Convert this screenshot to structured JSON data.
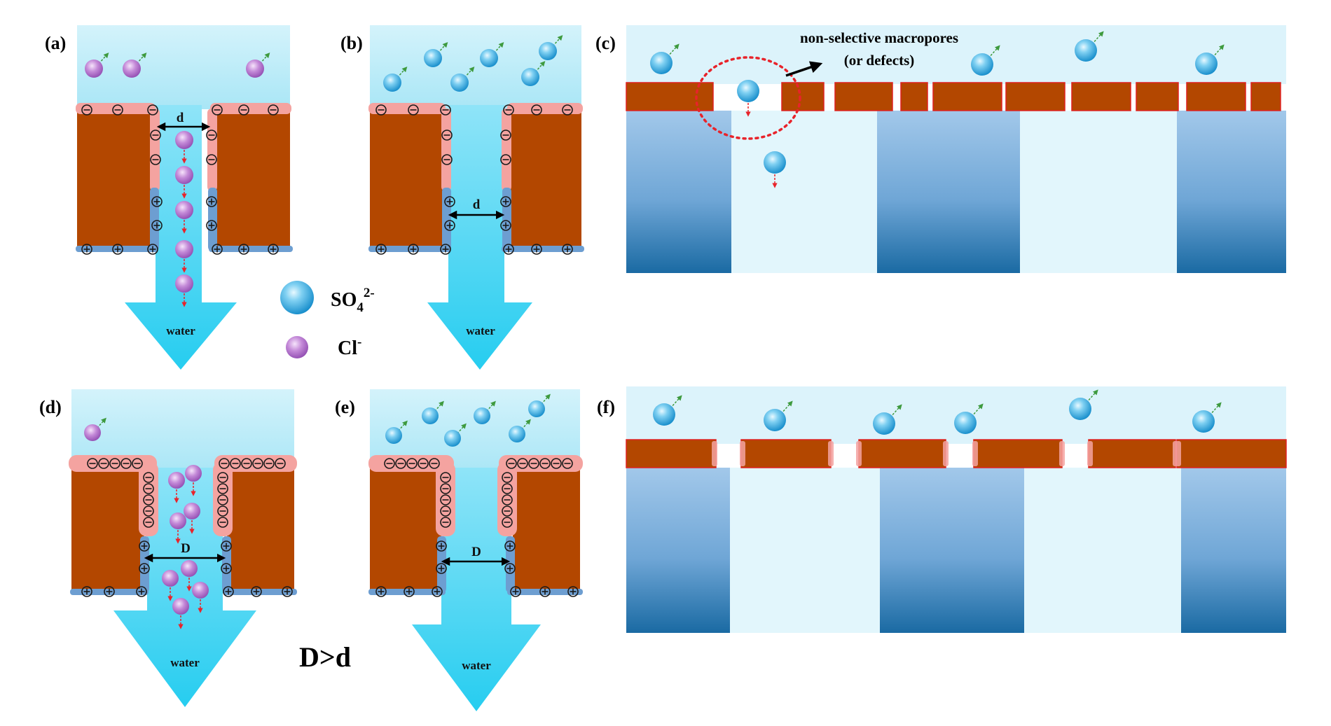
{
  "panel_labels": {
    "a": "(a)",
    "b": "(b)",
    "c": "(c)",
    "d": "(d)",
    "e": "(e)",
    "f": "(f)"
  },
  "pore_labels": {
    "a": "d",
    "b": "d",
    "d": "D",
    "e": "D"
  },
  "arrow_labels": {
    "a": "water",
    "b": "water",
    "d": "water",
    "e": "water"
  },
  "legend": {
    "sulfate": {
      "base": "SO",
      "sub": "4",
      "sup": "2-"
    },
    "chloride": {
      "base": "Cl",
      "sup": "-"
    }
  },
  "annotation": {
    "line1": "non-selective macropores",
    "line2": "(or defects)"
  },
  "comparison": "D>d",
  "colors": {
    "feed_top": "#d4f3fb",
    "feed_bottom": "#a9e6f6",
    "membrane": "#b34700",
    "negative_layer": "#f4a3a0",
    "positive_layer": "#6d9ed1",
    "water_arrow": "#31d2f1",
    "sulfate_ion": "#1aa3de",
    "chloride_ion": "#b36fcf",
    "support_top": "#9ec5e8",
    "support_bottom": "#1c6ea8",
    "pore_bg": "#e2f6fc",
    "transport_arrow": "#e8232a",
    "reject_arrow": "#3e9a3e"
  }
}
